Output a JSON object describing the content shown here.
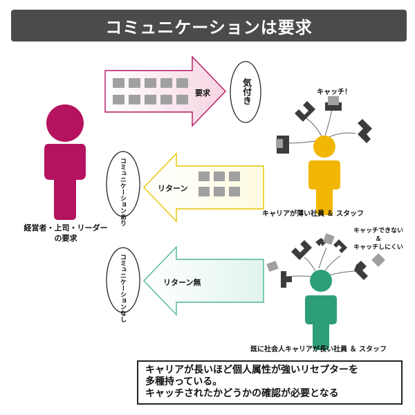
{
  "title": "コミュニケーションは要求",
  "management_label_line1": "経営者・上司・リーダー",
  "management_label_line2": "の要求",
  "request_label": "要求",
  "notice_label": "気付き",
  "return_label": "リターン",
  "return_none_label": "リターン無",
  "comm_exists_label": "コミュニケーションあり",
  "comm_none_label": "コミュニケーションなし",
  "catch_label": "キャッチ！",
  "cannot_catch_line1": "キャッチできない",
  "cannot_catch_line2": "＆",
  "cannot_catch_line3": "キャッチしにくい",
  "junior_staff_label": "キャリアが薄い社員 ＆ スタッフ",
  "senior_staff_label": "既に社会人キャリアが長い社員 ＆ スタッフ",
  "note_line1": "キャリアが長いほど個人属性が強いリセプターを",
  "note_line2": "多種持っている。",
  "note_line3": "キャッチされたかどうかの確認が必要となる",
  "colors": {
    "management": "#b5135f",
    "junior": "#f2b705",
    "senior": "#2e9e7a",
    "request_arrow": "#b5135f",
    "return_arrow": "#e6c300",
    "return_none_arrow": "#4db78e",
    "blocks": "#a0a0a0",
    "receptors": "#3c3c3c"
  }
}
